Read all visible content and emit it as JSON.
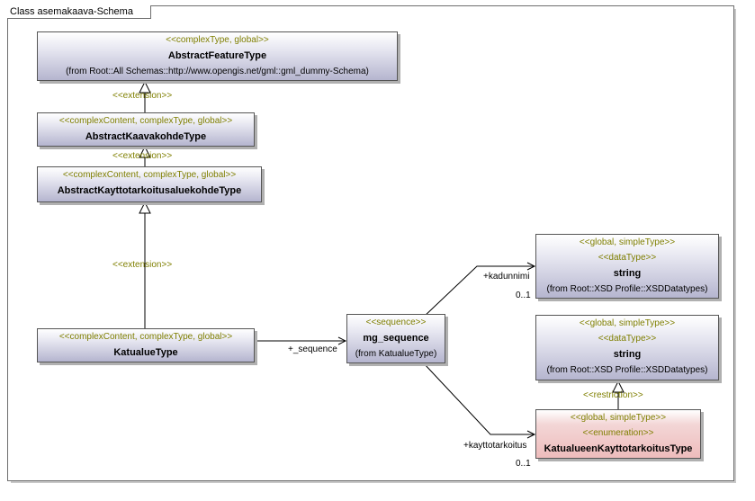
{
  "title": "Class asemakaava-Schema",
  "classes": {
    "abstract_feature_type": {
      "stereotype": "<<complexType, global>>",
      "name": "AbstractFeatureType",
      "from": "(from Root::All Schemas::http://www.opengis.net/gml::gml_dummy-Schema)"
    },
    "abstract_kaavakohde_type": {
      "stereotype": "<<complexContent, complexType, global>>",
      "name": "AbstractKaavakohdeType"
    },
    "abstract_kayttotarkoitus_type": {
      "stereotype": "<<complexContent, complexType, global>>",
      "name": "AbstractKayttotarkoitusaluekohdeType"
    },
    "katualue_type": {
      "stereotype": "<<complexContent, complexType, global>>",
      "name": "KatualueType"
    },
    "mg_sequence": {
      "stereotype": "<<sequence>>",
      "name": "mg_sequence",
      "from": "(from KatualueType)"
    },
    "string_top": {
      "stereotype1": "<<global, simpleType>>",
      "stereotype2": "<<dataType>>",
      "name": "string",
      "from": "(from Root::XSD Profile::XSDDatatypes)"
    },
    "string_bottom": {
      "stereotype1": "<<global, simpleType>>",
      "stereotype2": "<<dataType>>",
      "name": "string",
      "from": "(from Root::XSD Profile::XSDDatatypes)"
    },
    "katualueen_type": {
      "stereotype1": "<<global, simpleType>>",
      "stereotype2": "<<enumeration>>",
      "name": "KatualueenKayttotarkoitusType"
    }
  },
  "relations": {
    "extension_1": "<<extension>>",
    "extension_2": "<<extension>>",
    "extension_3": "<<extension>>",
    "restriction": "<<restriction>>",
    "sequence_role": "+_sequence",
    "kadunnimi_role": "+kadunnimi",
    "kadunnimi_mult": "0..1",
    "kayttotarkoitus_role": "+kayttotarkoitus",
    "kayttotarkoitus_mult": "0..1"
  }
}
